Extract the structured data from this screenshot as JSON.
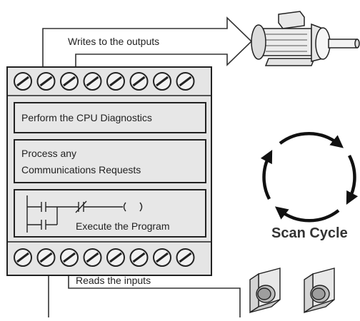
{
  "diagram": {
    "output_arrow_label": "Writes to the outputs",
    "input_arrow_label": "Reads the inputs",
    "plc_sections": [
      {
        "lines": [
          "Perform the CPU Diagnostics"
        ]
      },
      {
        "lines": [
          "Process any",
          "Communications Requests"
        ]
      },
      {
        "lines": [
          "Execute the Program"
        ]
      }
    ],
    "cycle_label": "Scan Cycle",
    "icons": {
      "motor": "motor-icon",
      "pushbuttons": "pushbutton-icon",
      "ladder": "ladder-logic-icon",
      "cycle": "circular-arrows-icon"
    },
    "colors": {
      "plc_body": "#e5e5e5",
      "section_bg": "#e7e7e7",
      "line": "#222222"
    }
  }
}
